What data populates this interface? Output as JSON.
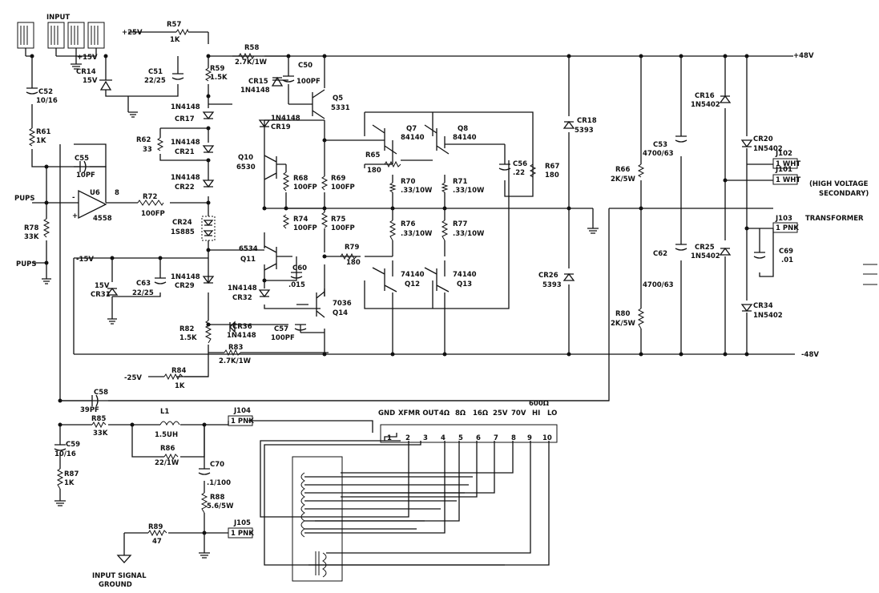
{
  "labels": {
    "input": "INPUT",
    "plus15v": "+15V",
    "minus15v": "-15V",
    "plus25v": "+25V",
    "minus25v": "-25V",
    "plus48v": "+48V",
    "minus48v": "-48V",
    "pups_a": "PUPS",
    "pups_b": "PUPS",
    "high_voltage": "(HIGH VOLTAGE",
    "secondary": "SECONDARY)",
    "transformer": "TRANSFORMER",
    "input_signal": "INPUT SIGNAL",
    "ground": "GROUND",
    "taps_ohm": "600Ω",
    "pin_b": "8",
    "pin_minus": "-",
    "pin_plus": "+"
  },
  "taps": [
    "GND",
    "XFMR OUT",
    "4Ω",
    "8Ω",
    "16Ω",
    "25V",
    "70V",
    "HI",
    "LO"
  ],
  "terminal_numbers": [
    "1",
    "2",
    "3",
    "4",
    "5",
    "6",
    "7",
    "8",
    "9",
    "10"
  ],
  "components": {
    "r57": [
      "R57",
      "1K"
    ],
    "r58": [
      "R58",
      "2.7K/1W"
    ],
    "r59": [
      "R59",
      "1.5K"
    ],
    "r61": [
      "R61",
      "1K"
    ],
    "r62": [
      "R62",
      "33"
    ],
    "r65": [
      "R65",
      "180"
    ],
    "r66": [
      "R66",
      "2K/5W"
    ],
    "r67": [
      "R67",
      "180"
    ],
    "r68": [
      "R68",
      "100FP"
    ],
    "r69": [
      "R69",
      "100FP"
    ],
    "r70": [
      "R70",
      ".33/10W"
    ],
    "r71": [
      "R71",
      ".33/10W"
    ],
    "r72": [
      "R72",
      "100FP"
    ],
    "r74": [
      "R74",
      "100FP"
    ],
    "r75": [
      "R75",
      "100FP"
    ],
    "r76": [
      "R76",
      ".33/10W"
    ],
    "r77": [
      "R77",
      ".33/10W"
    ],
    "r78": [
      "R78",
      "33K"
    ],
    "r79": [
      "R79",
      "180"
    ],
    "r80": [
      "R80",
      "2K/5W"
    ],
    "r82": [
      "R82",
      "1.5K"
    ],
    "r83": [
      "R83",
      "2.7K/1W"
    ],
    "r84": [
      "R84",
      "1K"
    ],
    "r85": [
      "R85",
      "33K"
    ],
    "r86": [
      "R86",
      "22/1W"
    ],
    "r87": [
      "R87",
      "1K"
    ],
    "r88": [
      "R88",
      "5.6/5W"
    ],
    "r89": [
      "R89",
      "47"
    ],
    "c50": [
      "C50",
      "100PF"
    ],
    "c51": [
      "C51",
      "22/25"
    ],
    "c52": [
      "C52",
      "10/16"
    ],
    "c53": [
      "C53",
      "4700/63"
    ],
    "c55": [
      "C55",
      "10PF"
    ],
    "c56": [
      "C56",
      ".22"
    ],
    "c57": [
      "C57",
      "100PF"
    ],
    "c58": [
      "C58",
      "39PF"
    ],
    "c59": [
      "C59",
      "10/16"
    ],
    "c60": [
      "C60",
      ".015"
    ],
    "c62": [
      "C62",
      "4700/63"
    ],
    "c63": [
      "C63",
      "22/25"
    ],
    "c69": [
      "C69",
      ".01"
    ],
    "c70": [
      "C70",
      ".1/100"
    ],
    "cr14": [
      "CR14",
      "15V"
    ],
    "cr15": [
      "CR15",
      "1N4148"
    ],
    "cr16": [
      "CR16",
      "1N5402"
    ],
    "cr17": [
      "1N4148",
      "CR17"
    ],
    "cr18": [
      "CR18",
      "5393"
    ],
    "cr19": [
      "1N4148",
      "CR19"
    ],
    "cr20": [
      "CR20",
      "1N5402"
    ],
    "cr21": [
      "1N4148",
      "CR21"
    ],
    "cr22": [
      "1N4148",
      "CR22"
    ],
    "cr24": [
      "CR24",
      "1S885"
    ],
    "cr25": [
      "CR25",
      "1N5402"
    ],
    "cr26": [
      "CR26",
      "5393"
    ],
    "cr29": [
      "1N4148",
      "CR29"
    ],
    "cr31": [
      "15V",
      "CR31"
    ],
    "cr32": [
      "1N4148",
      "CR32"
    ],
    "cr34": [
      "CR34",
      "1N5402"
    ],
    "cr36": [
      "CR36",
      "1N4148"
    ],
    "q5": [
      "Q5",
      "5331"
    ],
    "q7": [
      "Q7",
      "84140"
    ],
    "q8": [
      "Q8",
      "84140"
    ],
    "q10": [
      "Q10",
      "6530"
    ],
    "q11": [
      "6534",
      "Q11"
    ],
    "q12": [
      "74140",
      "Q12"
    ],
    "q13": [
      "74140",
      "Q13"
    ],
    "q14": [
      "7036",
      "Q14"
    ],
    "u6": [
      "U6",
      "4558"
    ],
    "l1": [
      "L1",
      "1.5UH"
    ],
    "j101": [
      "J101",
      "1 WHT"
    ],
    "j102": [
      "J102",
      "1 WHT"
    ],
    "j103": [
      "J103",
      "1 PNK"
    ],
    "j104": [
      "J104",
      "1 PNK"
    ],
    "j105": [
      "J105",
      "1 PNK"
    ]
  }
}
